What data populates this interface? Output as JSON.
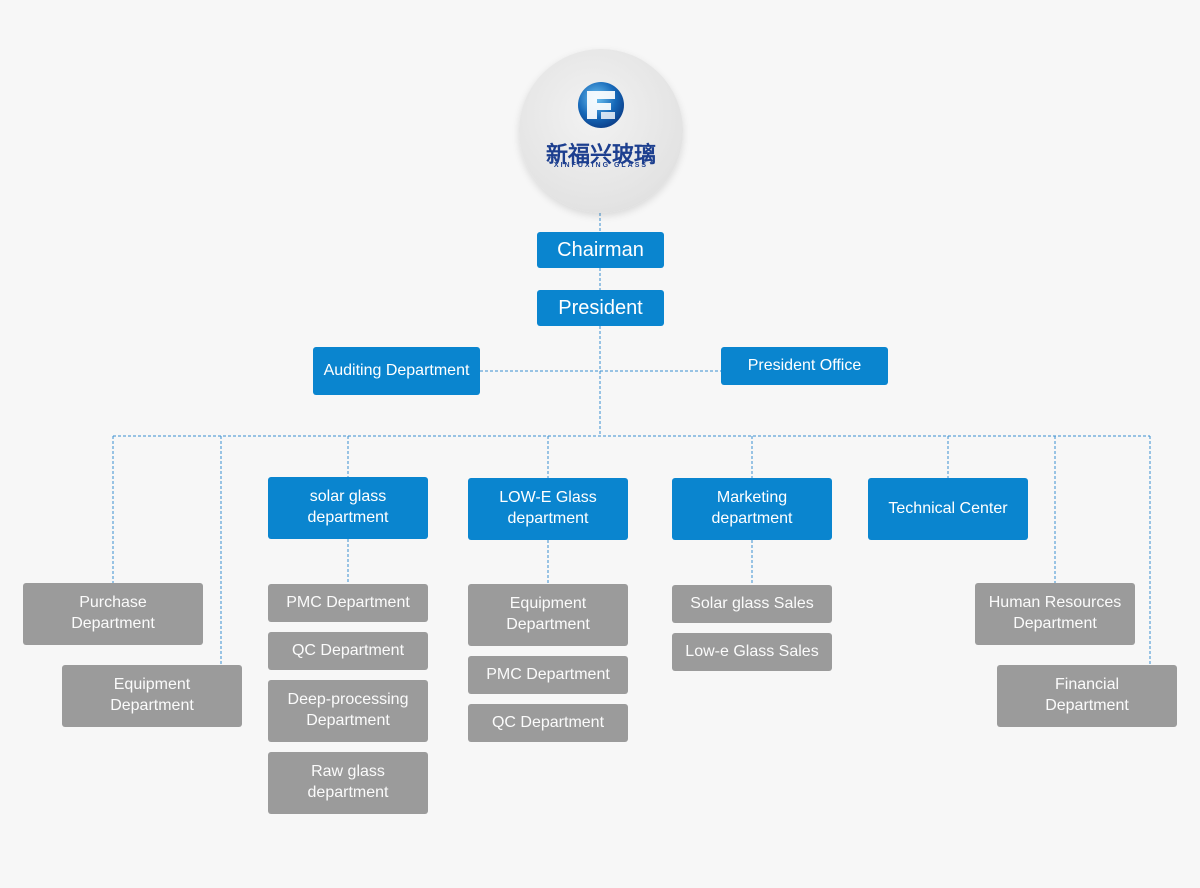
{
  "logo": {
    "cn": "新福兴玻璃",
    "en": "XINFUXING GLASS",
    "icon": "xinfuxing-logo-icon"
  },
  "colors": {
    "blue": "#0a85cf",
    "gray": "#9b9b9b",
    "line": "#3a8fd0",
    "background": "#f7f7f7"
  },
  "nodes": {
    "chairman": "Chairman",
    "president": "President",
    "auditing": "Auditing Department",
    "president_office": "President Office",
    "purchase": [
      "Purchase",
      "Department"
    ],
    "equipment_left": [
      "Equipment",
      "Department"
    ],
    "solar": [
      "solar glass",
      "department"
    ],
    "lowe": [
      "LOW-E Glass",
      "department"
    ],
    "marketing": [
      "Marketing",
      "department"
    ],
    "technical": "Technical Center",
    "hr": [
      "Human Resources",
      "Department"
    ],
    "financial": [
      "Financial",
      "Department"
    ],
    "solar_children": [
      "PMC Department",
      "QC Department",
      [
        "Deep-processing",
        "Department"
      ],
      [
        "Raw glass",
        "department"
      ]
    ],
    "lowe_children": [
      [
        "Equipment",
        "Department"
      ],
      "PMC Department",
      "QC Department"
    ],
    "marketing_children": [
      "Solar glass Sales",
      "Low-e Glass Sales"
    ]
  }
}
